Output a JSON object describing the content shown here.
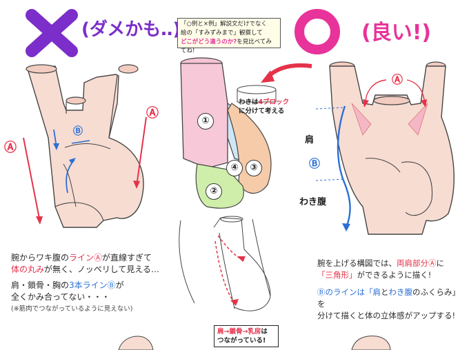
{
  "header": {
    "bad_title": "(ダメかも‥)",
    "good_title": "(良い!)",
    "note_line1": "「○例と×例」解説文だけでなく",
    "note_line2": "絵の「すみずみまで」観察して",
    "note_line3_a": "どこがどう違うのか?",
    "note_line3_b": "を見比べてみてね!"
  },
  "left_panel": {
    "label_a_left": "Ⓐ",
    "label_a_right": "Ⓐ",
    "label_b": "Ⓑ",
    "desc_line1_a": "腕からワキ腹の",
    "desc_line1_b": "ライン",
    "desc_line1_c": "Ⓐ",
    "desc_line1_d": "が直線すぎて",
    "desc_line2_a": "体の丸み",
    "desc_line2_b": "が無く、ノッペリして見える…",
    "desc_line3_a": "肩・鎖骨・胸の",
    "desc_line3_b": "3本ライン",
    "desc_line3_c": "Ⓑ",
    "desc_line3_d": "が",
    "desc_line4": "全くかみ合ってない・・・",
    "desc_line5": "(※筋肉でつながっているように見えない)"
  },
  "center_panel": {
    "block_note_a": "わきは",
    "block_note_b": "4ブロック",
    "block_note_c": "に分けて考える",
    "blocks": [
      "①",
      "②",
      "③",
      "④"
    ],
    "connect_a": "肩→鎖骨→乳房",
    "connect_b": "は",
    "connect_c": "つながっている!"
  },
  "right_panel": {
    "label_a": "Ⓐ",
    "label_b": "Ⓑ",
    "shoulder": "肩",
    "flank": "わき腹",
    "desc_line1_a": "腕を上げる構図では、",
    "desc_line1_b": "両肩部分",
    "desc_line1_c": "Ⓐ",
    "desc_line1_d": "に",
    "desc_line2_a": "「三角形」",
    "desc_line2_b": "ができるように描く!",
    "desc_line3_a": "Ⓑのラインは",
    "desc_line3_b": "「肩",
    "desc_line3_c": "と",
    "desc_line3_d": "わき腹",
    "desc_line3_e": "のふくらみ」を",
    "desc_line4": "分けて描くと体の立体感がアップする!"
  },
  "colors": {
    "bad_mark": "#7b2ec9",
    "good_mark": "#e8339a",
    "skin": "#f7dcd2",
    "accent_red": "#e5324a",
    "accent_blue": "#2a6fd6"
  }
}
